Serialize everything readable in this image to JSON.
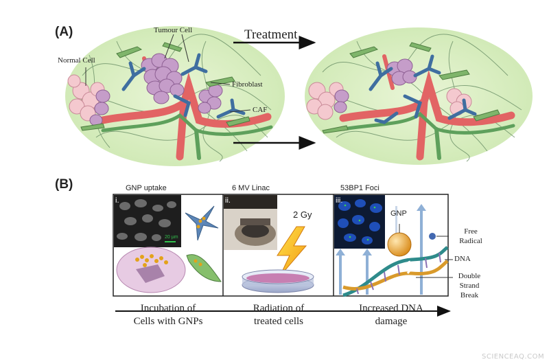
{
  "panel_a": {
    "label": "(A)",
    "treatment_label": "Treatment",
    "labels": {
      "normal_cell": "Normal Cell",
      "tumour_cell": "Tumour Cell",
      "fibroblast": "Fibroblast",
      "caf": "CAF"
    }
  },
  "panel_b": {
    "label": "(B)",
    "boxes": [
      {
        "title": "GNP uptake",
        "roman": "i.",
        "scale": "20 µm"
      },
      {
        "title": "6 MV Linac",
        "roman": "ii.",
        "dose": "2 Gy"
      },
      {
        "title": "53BP1 Foci",
        "roman": "iii.",
        "gnp": "GNP"
      }
    ],
    "side_labels": {
      "free_radical": "Free Radical",
      "dna": "DNA",
      "double_strand_break": "Double Strand Break"
    },
    "captions": [
      {
        "line1": "Incubation of",
        "line2": "Cells with GNPs"
      },
      {
        "line1": "Radiation of",
        "line2": "treated cells"
      },
      {
        "line1": "Increased DNA",
        "line2": "damage"
      }
    ]
  },
  "watermark": "SCIENCEAQ.COM"
}
